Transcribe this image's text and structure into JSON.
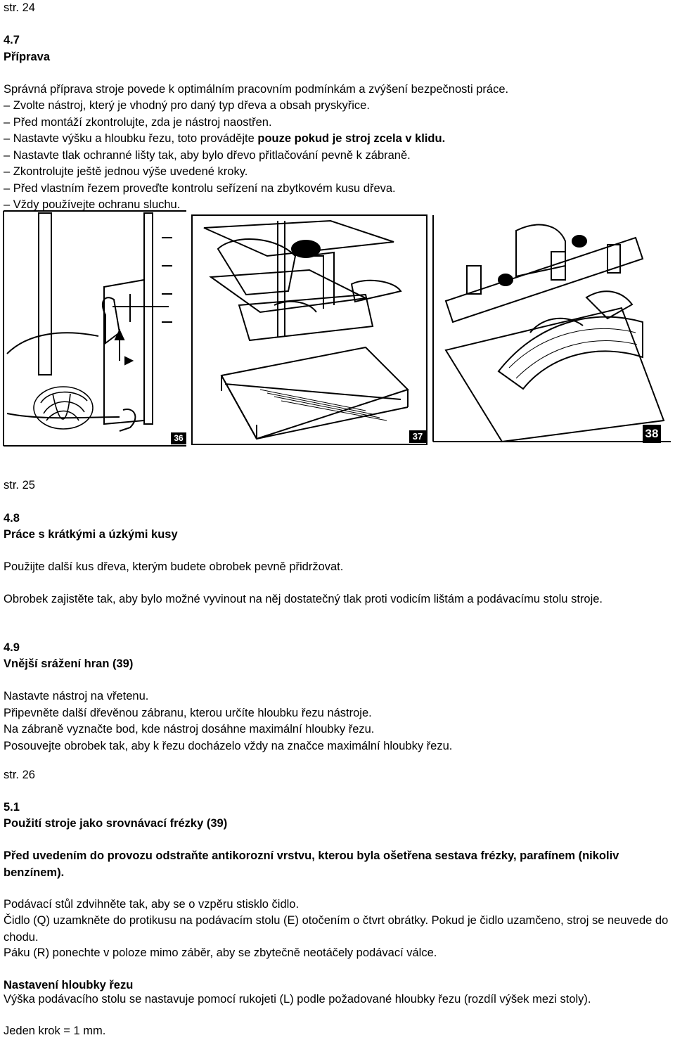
{
  "page_24": {
    "page_label": "str. 24",
    "section_number": "4.7",
    "section_title": "Příprava",
    "intro": "Správná příprava stroje povede k optimálním pracovním podmínkám a zvýšení bezpečnosti práce.",
    "steps": [
      "– Zvolte nástroj, který je vhodný pro daný typ dřeva a obsah pryskyřice.",
      "– Před montáží zkontrolujte, zda je nástroj naostřen.",
      "– Nastavte výšku a hloubku řezu, toto provádějte ",
      "– Nastavte tlak ochranné lišty tak, aby bylo dřevo přitlačování pevně k zábraně.",
      "– Zkontrolujte ještě jednou výše uvedené kroky.",
      "– Před vlastním řezem proveďte kontrolu seřízení na zbytkovém kusu dřeva.",
      "– Vždy používejte ochranu sluchu."
    ],
    "step3_bold": "pouze pokud je stroj zcela v klidu.",
    "figures": [
      "36",
      "37",
      "38"
    ]
  },
  "page_25": {
    "page_label": "str. 25",
    "s48_number": "4.8",
    "s48_title": "Práce s krátkými a úzkými kusy",
    "s48_p1": "Použijte další kus dřeva, kterým budete obrobek pevně přidržovat.",
    "s48_p2": "Obrobek zajistěte tak, aby bylo možné vyvinout na něj dostatečný tlak proti vodicím lištám a podávacímu stolu stroje.",
    "s49_number": "4.9",
    "s49_title": "Vnější srážení hran (39)",
    "s49_lines": [
      "Nastavte nástroj na vřetenu.",
      "Připevněte další dřevěnou zábranu, kterou určíte hloubku řezu nástroje.",
      "Na zábraně vyznačte bod, kde nástroj dosáhne maximální hloubky řezu.",
      "Posouvejte obrobek tak, aby k řezu docházelo vždy na značce maximální hloubky řezu."
    ]
  },
  "page_26": {
    "page_label": "str. 26",
    "s51_number": "5.1",
    "s51_title": "Použití stroje jako srovnávací frézky (39)",
    "warning": "Před uvedením do provozu odstraňte antikorozní vrstvu, kterou byla ošetřena sestava frézky, parafínem (nikoliv benzínem).",
    "p1": "Podávací stůl zdvihněte tak, aby se o vzpěru stisklo čidlo.",
    "p2": "Čidlo (Q) uzamkněte do protikusu na podávacím stolu (E) otočením o čtvrt obrátky. Pokud je čidlo uzamčeno, stroj se neuvede do chodu.",
    "p3": "Páku (R) ponechte v poloze mimo záběr, aby se zbytečně neotáčely podávací válce.",
    "sub_title": "Nastavení hloubky řezu",
    "p4": "Výška podávacího stolu se nastavuje pomocí rukojeti (L) podle požadované hloubky řezu (rozdíl výšek mezi stoly).",
    "p5": "Jeden krok = 1 mm."
  }
}
